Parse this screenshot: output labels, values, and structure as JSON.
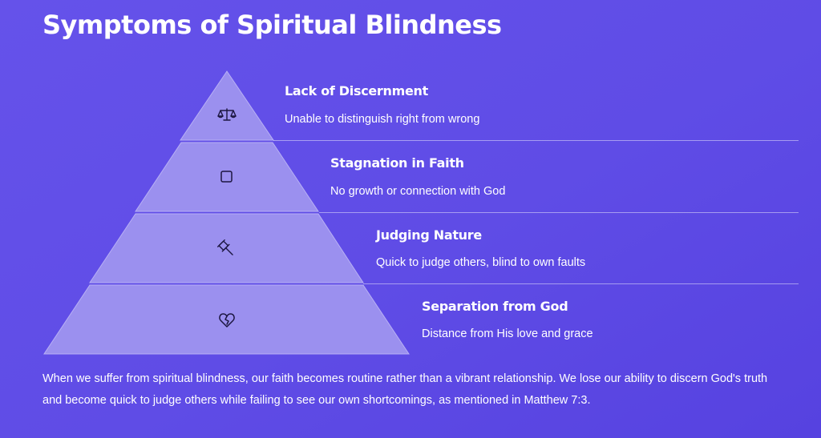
{
  "page": {
    "title": "Symptoms of Spiritual Blindness",
    "paragraph": "When we suffer from spiritual blindness, our faith becomes routine rather than a vibrant relationship. We lose our ability to discern God's truth and become quick to judge others while failing to see our own shortcomings, as mentioned in Matthew 7:3."
  },
  "colors": {
    "background": "#5f4ce6",
    "tier_fill": "#9b90ef",
    "icon_stroke": "#1c1640"
  },
  "tiers": [
    {
      "title": "Lack of Discernment",
      "description": "Unable to distinguish right from wrong",
      "icon": "scales-icon"
    },
    {
      "title": "Stagnation in Faith",
      "description": "No growth or connection with God",
      "icon": "square-icon"
    },
    {
      "title": "Judging Nature",
      "description": "Quick to judge others, blind to own faults",
      "icon": "gavel-icon"
    },
    {
      "title": "Separation from God",
      "description": "Distance from His love and grace",
      "icon": "broken-heart-icon"
    }
  ]
}
